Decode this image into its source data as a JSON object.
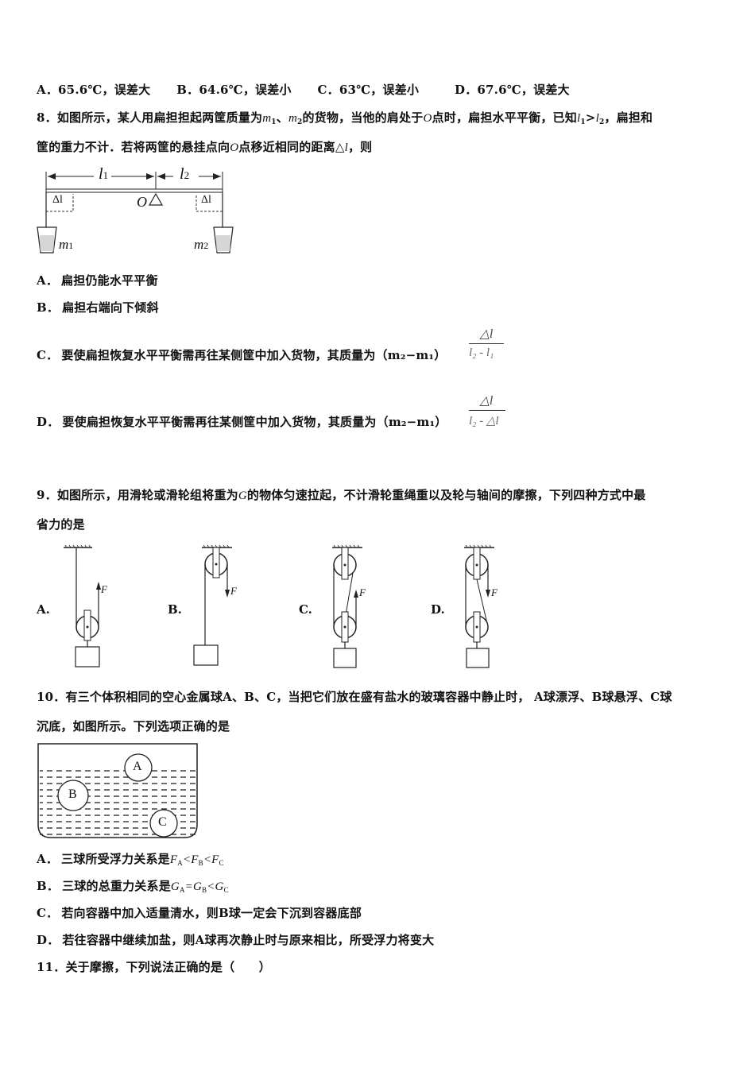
{
  "q7_options": {
    "A": {
      "label": "A．",
      "text": "65.6℃，误差大"
    },
    "B": {
      "label": "B．",
      "text": "64.6℃，误差小"
    },
    "C": {
      "label": "C．",
      "text": "63℃，误差小"
    },
    "D": {
      "label": "D．",
      "text": "67.6℃，误差大"
    }
  },
  "q8": {
    "line1_a": "8．如图所示，某人用扁担担起两筐质量为",
    "m1": "m",
    "m1_sub": "1",
    "sep": "、",
    "m2": "m",
    "m2_sub": "2",
    "line1_b": "的货物，当他的肩处于",
    "O": "O",
    "line1_c": "点时，扁担水平平衡，已知",
    "l1": "l",
    "l1_sub": "1",
    "gt": ">",
    "l2": "l",
    "l2_sub": "2",
    "line1_d": "，扁担和",
    "line2_a": "筐的重力不计．若将两筐的悬挂点向",
    "line2_O": "O",
    "line2_b": "点移近相同的距离△",
    "line2_l": "l",
    "line2_c": "，则",
    "figure": {
      "l1_label": "l",
      "l1_sub": "1",
      "l2_label": "l",
      "l2_sub": "2",
      "O_label": "O",
      "delta_left": "Δl",
      "delta_right": "Δl",
      "m1_label": "m",
      "m1_sub": "1",
      "m2_label": "m",
      "m2_sub": "2"
    },
    "options": [
      {
        "label": "A．",
        "text": "扁担仍能水平平衡"
      },
      {
        "label": "B．",
        "text": "扁担右端向下倾斜"
      },
      {
        "label": "C．",
        "text": "要使扁担恢复水平平衡需再往某侧筐中加入货物，其质量为（m₂−m₁）",
        "frac_num": "△l",
        "frac_den": "l₂ - l₁"
      },
      {
        "label": "D．",
        "text": "要使扁担恢复水平平衡需再往某侧筐中加入货物，其质量为（m₂−m₁）",
        "frac_num": "△l",
        "frac_den": "l₂ - △l"
      }
    ]
  },
  "q9": {
    "line1_a": "9．如图所示，用滑轮或滑轮组将重为",
    "G": "G",
    "line1_b": "的物体匀速拉起，不计滑轮重绳重以及轮与轴间的摩擦，下列四种方式中最",
    "line2": "省力的是",
    "choices": [
      {
        "label": "A.",
        "force": "F"
      },
      {
        "label": "B.",
        "force": "F"
      },
      {
        "label": "C.",
        "force": "F"
      },
      {
        "label": "D.",
        "force": "F"
      }
    ]
  },
  "q10": {
    "line1": "10．有三个体积相同的空心金属球A、B、C，当把它们放在盛有盐水的玻璃容器中静止时， A球漂浮、B球悬浮、C球",
    "line2": "沉底，如图所示。下列选项正确的是",
    "balls": [
      "A",
      "B",
      "C"
    ],
    "options": [
      {
        "label": "A．",
        "text": "三球所受浮力关系是",
        "formula": "FA<FB<FC"
      },
      {
        "label": "B．",
        "text": "三球的总重力关系是",
        "formula": "GA=GB<GC"
      },
      {
        "label": "C．",
        "text": "若向容器中加入适量清水，则B球一定会下沉到容器底部"
      },
      {
        "label": "D．",
        "text": "若往容器中继续加盐，则A球再次静止时与原来相比，所受浮力将变大"
      }
    ]
  },
  "q11": {
    "text": "11．关于摩擦，下列说法正确的是（　　）"
  }
}
